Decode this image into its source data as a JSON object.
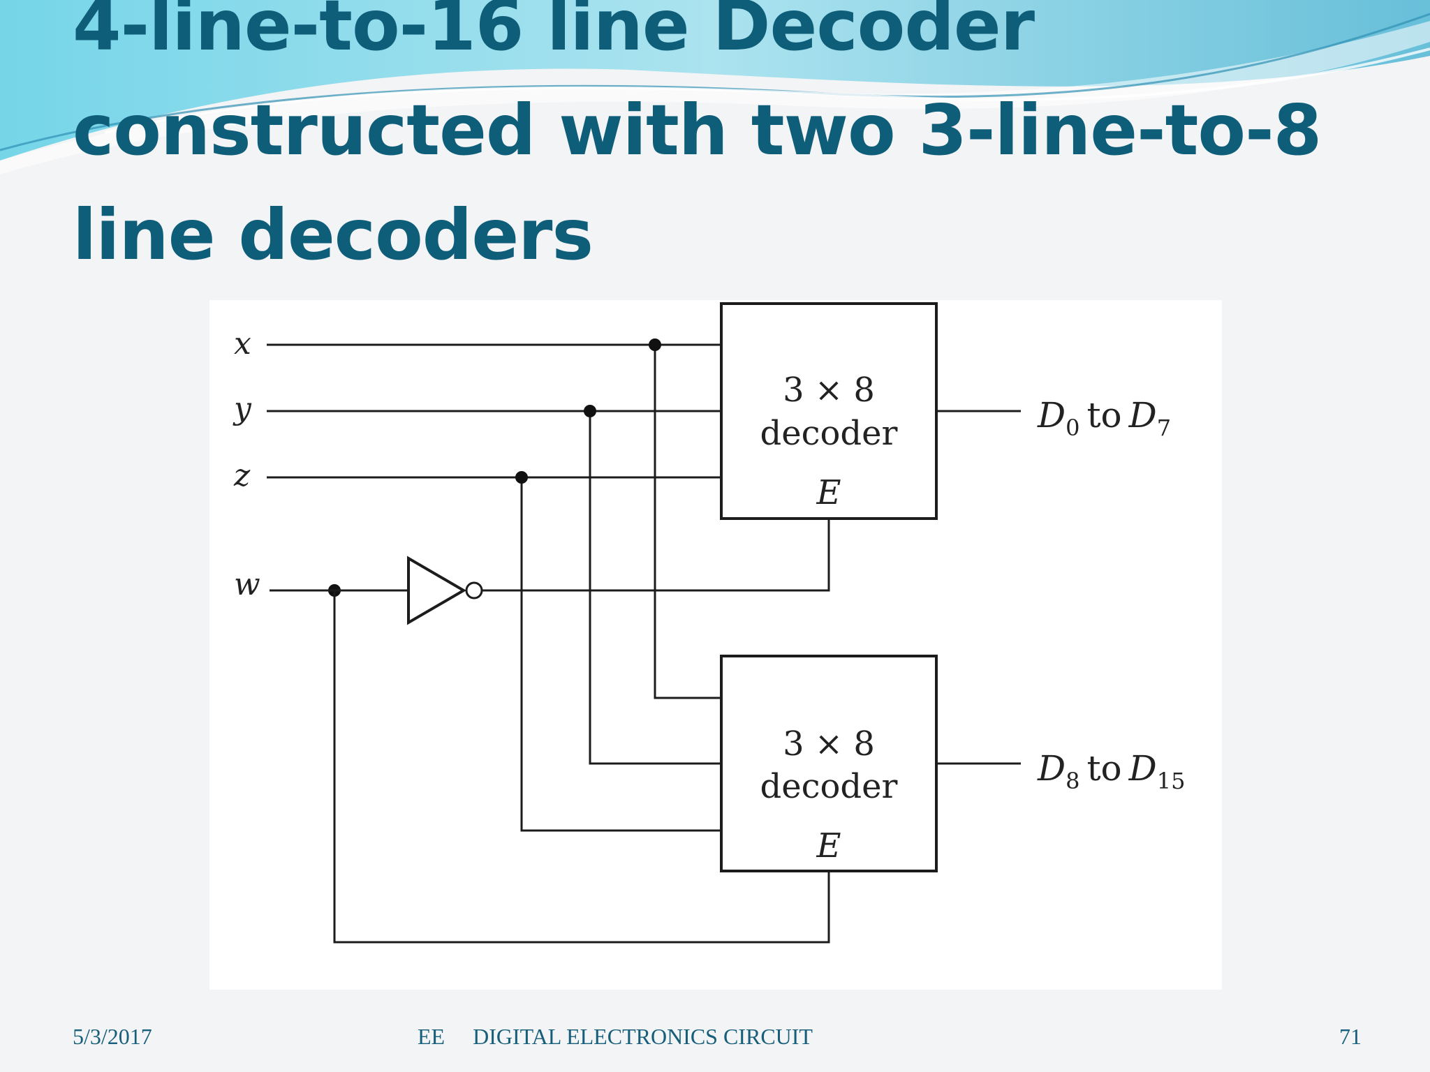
{
  "slide": {
    "title_lines": [
      "4-line-to-16 line Decoder",
      "constructed with two 3-line-to-8",
      "line decoders"
    ]
  },
  "diagram": {
    "inputs": {
      "x": "x",
      "y": "y",
      "z": "z",
      "w": "w"
    },
    "decoders": [
      {
        "size": "3 × 8",
        "name": "decoder",
        "enable": "E",
        "out_from": "D",
        "out_from_sub": "0",
        "out_to_word": "to",
        "out_to": "D",
        "out_to_sub": "7"
      },
      {
        "size": "3 × 8",
        "name": "decoder",
        "enable": "E",
        "out_from": "D",
        "out_from_sub": "8",
        "out_to_word": "to",
        "out_to": "D",
        "out_to_sub": "15"
      }
    ]
  },
  "footer": {
    "date": "5/3/2017",
    "dept": "EE",
    "course": "DIGITAL ELECTRONICS CIRCUIT",
    "page": "71"
  },
  "colors": {
    "title": "#0e5d79",
    "footer": "#175e7a",
    "wave_light": "#8fdcec",
    "wave_dark": "#3aa6c8"
  }
}
